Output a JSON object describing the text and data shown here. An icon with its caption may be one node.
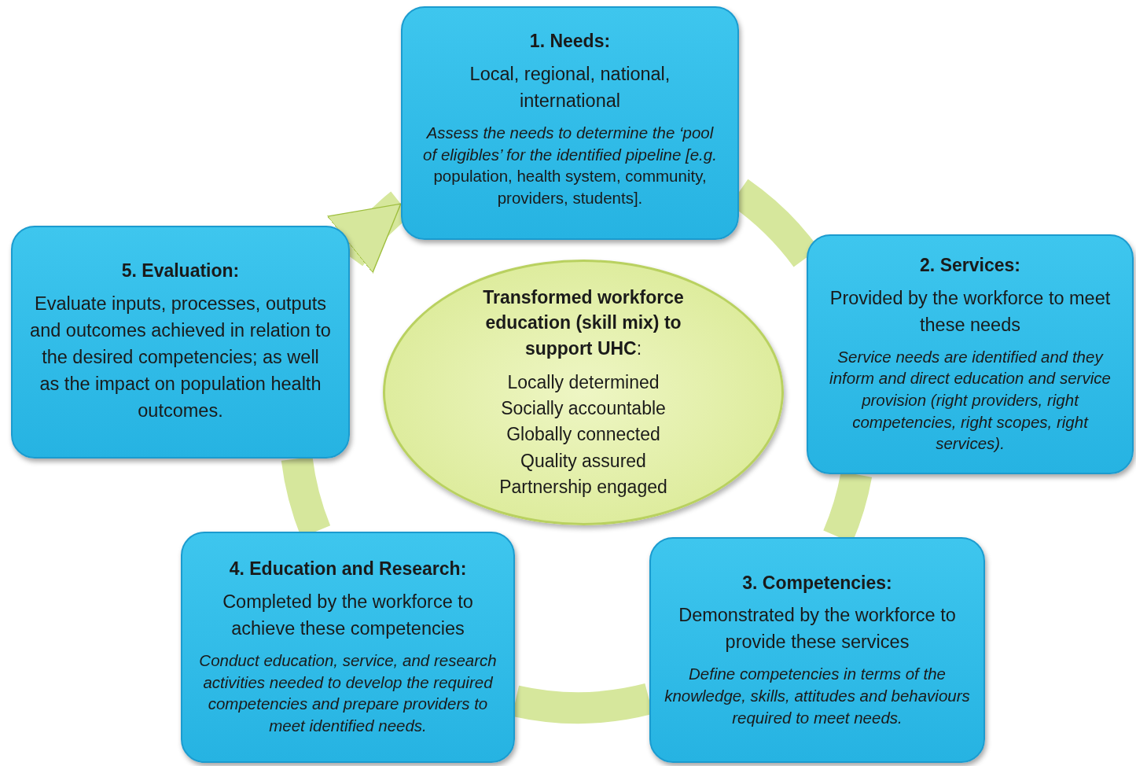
{
  "diagram": {
    "nodes": [
      {
        "text": [
          "1. Needs:",
          "Local, regional, national, international",
          "*Assess the needs to determine the ‘pool of eligibles’ for the identified pipeline [e.g.* population, health system, community, providers, students]."
        ]
      },
      {
        "text": [
          "2. Services:",
          "Provided by the workforce to meet these needs",
          "Service needs are identified and they inform and direct education and service provision (right providers, right competencies, right scopes, right services)."
        ]
      },
      {
        "text": [
          "3. Competencies:",
          "Demonstrated by the workforce to provide these services",
          "Define competencies in terms of the knowledge, skills, attitudes and behaviours required to meet needs."
        ]
      },
      {
        "text": [
          "4. Education and Research:",
          "Completed by the workforce to achieve these competencies",
          "Conduct education, service, and research activities needed to develop the required competencies and prepare providers to meet identified needs."
        ]
      },
      {
        "text": [
          "5. Evaluation:",
          "Evaluate inputs, processes, outputs and outcomes achieved in relation to the desired competencies; as well as the impact on population health outcomes."
        ]
      },
      {
        "text": [
          "**Transformed workforce education (skill mix) to support UHC**:",
          "Locally determined",
          "Socially accountable",
          "Globally connected",
          "Quality assured",
          "Partnership engaged"
        ]
      }
    ],
    "edges": [
      {
        "from": 0,
        "to": 1,
        "arrow": "none"
      },
      {
        "from": 1,
        "to": 2,
        "arrow": "none"
      },
      {
        "from": 2,
        "to": 3,
        "arrow": "none"
      },
      {
        "from": 3,
        "to": 4,
        "arrow": "none"
      },
      {
        "from": 4,
        "to": 0,
        "arrow": "to"
      }
    ]
  }
}
